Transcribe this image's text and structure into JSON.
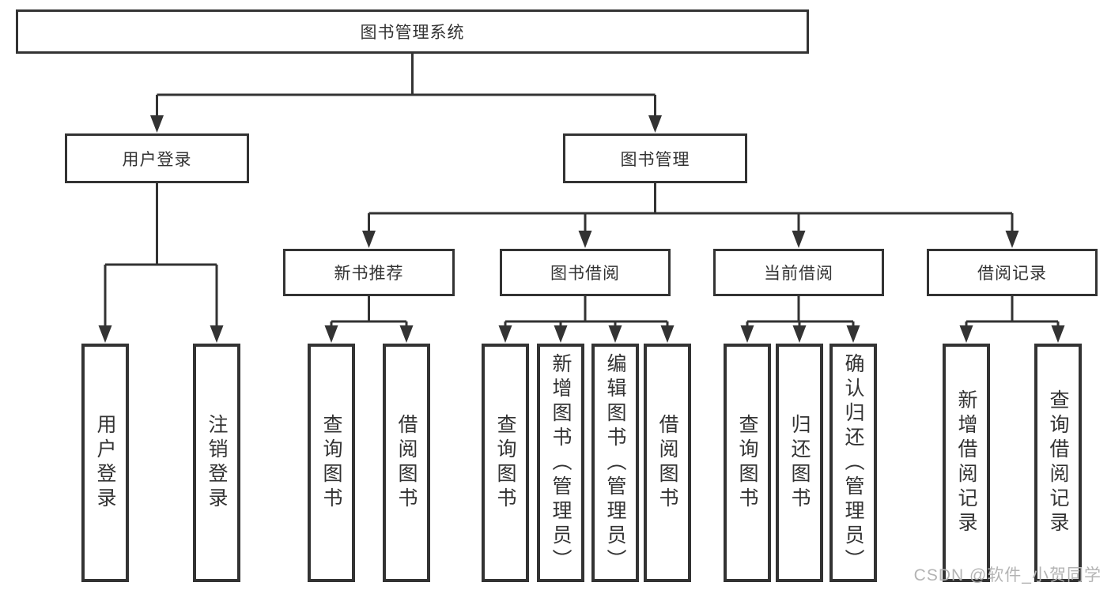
{
  "tree": {
    "root": {
      "label": "图书管理系统"
    },
    "branches": [
      {
        "label": "用户登录",
        "children": [
          {
            "label": "用户登录"
          },
          {
            "label": "注销登录"
          }
        ]
      },
      {
        "label": "图书管理",
        "children": [
          {
            "label": "新书推荐",
            "children": [
              {
                "label": "查询图书"
              },
              {
                "label": "借阅图书"
              }
            ]
          },
          {
            "label": "图书借阅",
            "children": [
              {
                "label": "查询图书"
              },
              {
                "label": "新增图书（管理员）"
              },
              {
                "label": "编辑图书（管理员）"
              },
              {
                "label": "借阅图书"
              }
            ]
          },
          {
            "label": "当前借阅",
            "children": [
              {
                "label": "查询图书"
              },
              {
                "label": "归还图书"
              },
              {
                "label": "确认归还（管理员）"
              }
            ]
          },
          {
            "label": "借阅记录",
            "children": [
              {
                "label": "新增借阅记录"
              },
              {
                "label": "查询借阅记录"
              }
            ]
          }
        ]
      }
    ]
  },
  "watermark": {
    "text": "CSDN @软件_小贺同学"
  },
  "colors": {
    "line": "#333333",
    "text": "#333333",
    "watermark": "#b4b4b4",
    "background": "#ffffff"
  }
}
